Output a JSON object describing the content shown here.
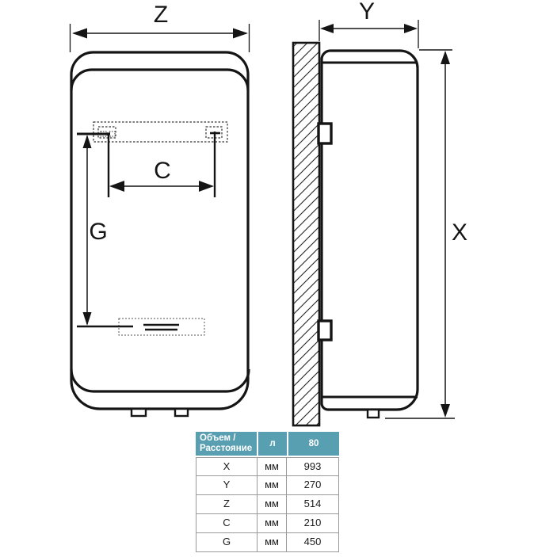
{
  "colors": {
    "line": "#151515",
    "table_header_bg": "#599fb2",
    "table_header_text": "#ffffff",
    "table_border": "#999999"
  },
  "diagram": {
    "labels": {
      "z": "Z",
      "y": "Y",
      "x": "X",
      "c": "C",
      "g": "G"
    }
  },
  "table": {
    "header": {
      "col1_line1": "Объем /",
      "col1_line2": "Расстояние",
      "col2": "л",
      "col3": "80"
    },
    "rows": [
      {
        "param": "X",
        "unit": "мм",
        "value": "993"
      },
      {
        "param": "Y",
        "unit": "мм",
        "value": "270"
      },
      {
        "param": "Z",
        "unit": "мм",
        "value": "514"
      },
      {
        "param": "C",
        "unit": "мм",
        "value": "210"
      },
      {
        "param": "G",
        "unit": "мм",
        "value": "450"
      }
    ]
  }
}
